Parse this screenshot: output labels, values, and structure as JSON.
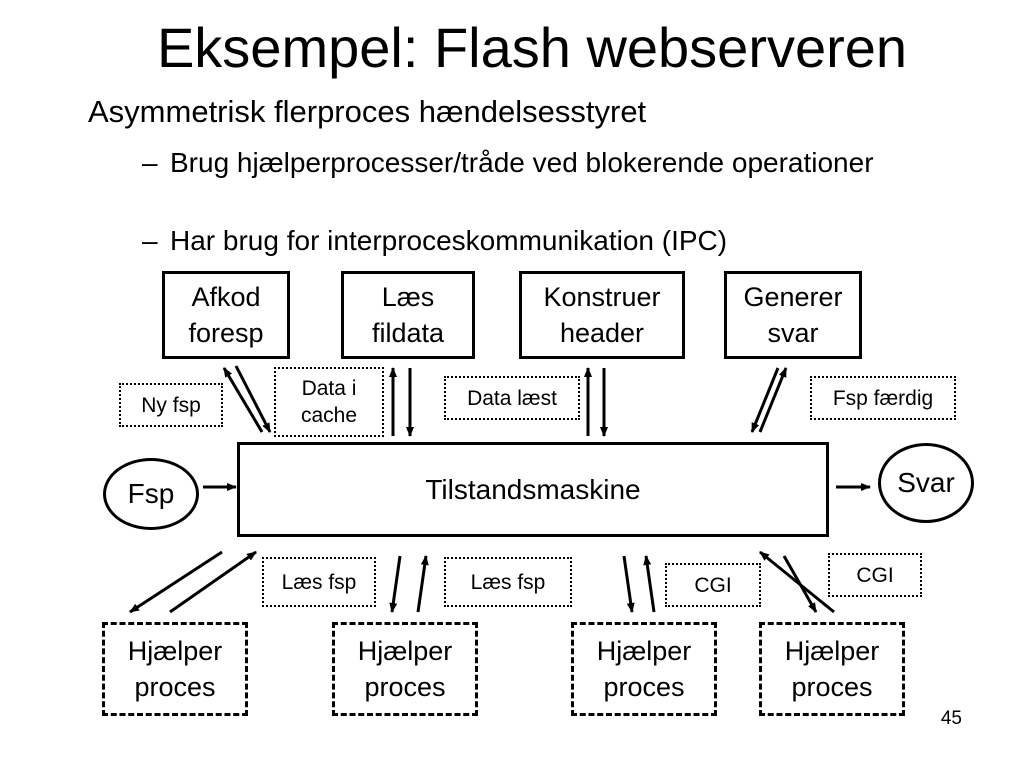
{
  "slide": {
    "title": "Eksempel: Flash webserveren",
    "bullet": "Asymmetrisk flerproces hændelsesstyret",
    "subbullets": [
      {
        "dash": "–",
        "text": "Brug hjælperprocesser/tråde ved blokerende operationer"
      },
      {
        "dash": "–",
        "text": "Har brug for interproceskommunikation (IPC)"
      }
    ],
    "page_number": "45"
  },
  "diagram": {
    "top_boxes": [
      {
        "line1": "Afkod",
        "line2": "foresp"
      },
      {
        "line1": "Læs",
        "line2": "fildata"
      },
      {
        "line1": "Konstruer",
        "line2": "header"
      },
      {
        "line1": "Generer",
        "line2": "svar"
      }
    ],
    "top_labels": {
      "ny_fsp": "Ny fsp",
      "data_i_cache_1": "Data i",
      "data_i_cache_2": "cache",
      "data_laest": "Data læst",
      "fsp_faerdig": "Fsp færdig"
    },
    "center": "Tilstandsmaskine",
    "input": "Fsp",
    "output": "Svar",
    "bottom_labels": {
      "laes_fsp_1": "Læs fsp",
      "laes_fsp_2": "Læs fsp",
      "cgi_1": "CGI",
      "cgi_2": "CGI"
    },
    "helpers": [
      {
        "line1": "Hjælper",
        "line2": "proces"
      },
      {
        "line1": "Hjælper",
        "line2": "proces"
      },
      {
        "line1": "Hjælper",
        "line2": "proces"
      },
      {
        "line1": "Hjælper",
        "line2": "proces"
      }
    ]
  }
}
